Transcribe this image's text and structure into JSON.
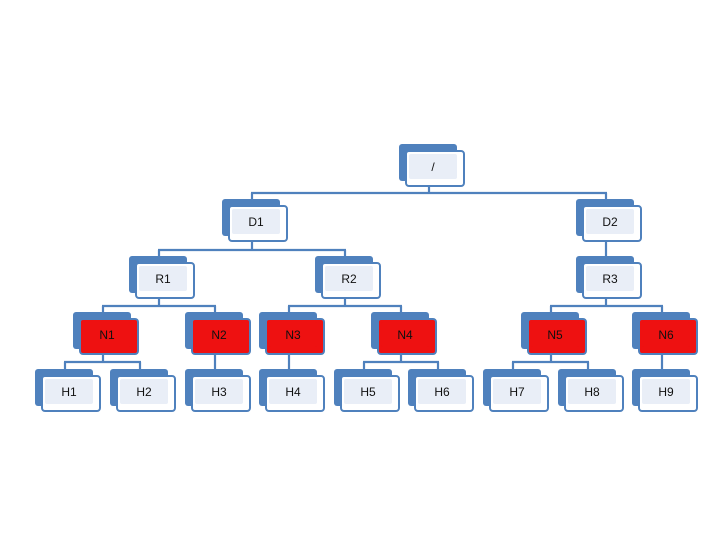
{
  "colors": {
    "line": "#4f81bd",
    "node_fill": "#e9eef7",
    "highlight": "#ee1111"
  },
  "root": {
    "label": "/"
  },
  "level1": [
    {
      "label": "D1"
    },
    {
      "label": "D2"
    }
  ],
  "level2": [
    {
      "label": "R1"
    },
    {
      "label": "R2"
    },
    {
      "label": "R3"
    }
  ],
  "level3": [
    {
      "label": "N1"
    },
    {
      "label": "N2"
    },
    {
      "label": "N3"
    },
    {
      "label": "N4"
    },
    {
      "label": "N5"
    },
    {
      "label": "N6"
    }
  ],
  "level4": [
    {
      "label": "H1"
    },
    {
      "label": "H2"
    },
    {
      "label": "H3"
    },
    {
      "label": "H4"
    },
    {
      "label": "H5"
    },
    {
      "label": "H6"
    },
    {
      "label": "H7"
    },
    {
      "label": "H8"
    },
    {
      "label": "H9"
    }
  ]
}
